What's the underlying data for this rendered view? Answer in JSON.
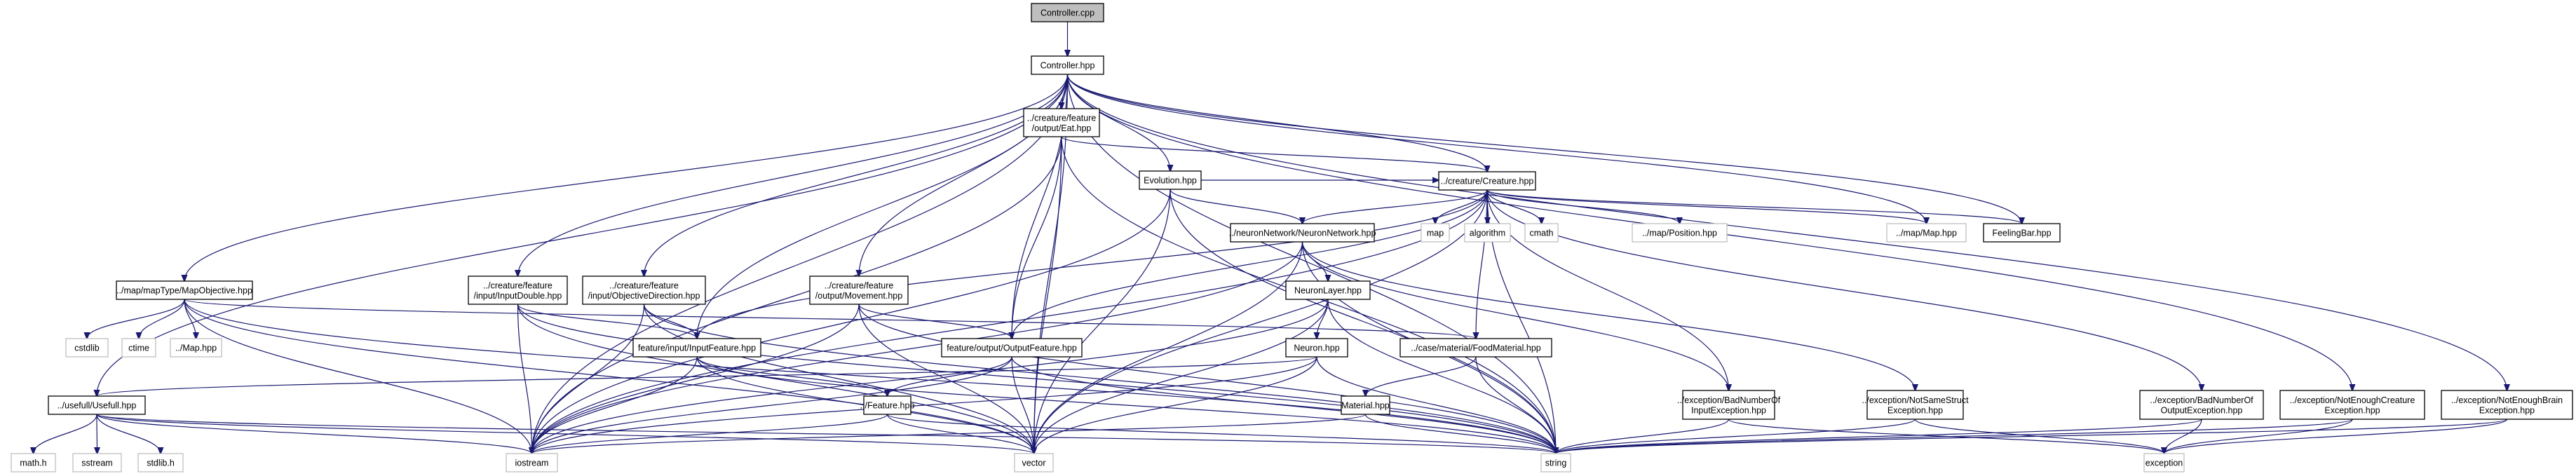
{
  "title": "Controller.cpp include dependency graph",
  "colors": {
    "edge": "#191970",
    "root_fill": "#bfbfbf",
    "node_border": "#000000",
    "external_border": "#bfbfbf"
  },
  "nodes": [
    {
      "id": "controller_cpp",
      "lines": [
        "Controller.cpp"
      ],
      "kind": "root"
    },
    {
      "id": "controller_hpp",
      "lines": [
        "Controller.hpp"
      ],
      "kind": "local"
    },
    {
      "id": "eat",
      "lines": [
        "../creature/feature",
        "/output/Eat.hpp"
      ],
      "kind": "local"
    },
    {
      "id": "evolution",
      "lines": [
        "Evolution.hpp"
      ],
      "kind": "local"
    },
    {
      "id": "creature",
      "lines": [
        "../creature/Creature.hpp"
      ],
      "kind": "local"
    },
    {
      "id": "neuronnetwork",
      "lines": [
        "../neuronNetwork/NeuronNetwork.hpp"
      ],
      "kind": "local"
    },
    {
      "id": "map_std",
      "lines": [
        "map"
      ],
      "kind": "external"
    },
    {
      "id": "algorithm",
      "lines": [
        "algorithm"
      ],
      "kind": "external"
    },
    {
      "id": "cmath",
      "lines": [
        "cmath"
      ],
      "kind": "external"
    },
    {
      "id": "position",
      "lines": [
        "../map/Position.hpp"
      ],
      "kind": "external"
    },
    {
      "id": "map_hpp",
      "lines": [
        "../map/Map.hpp"
      ],
      "kind": "external"
    },
    {
      "id": "feelingbar",
      "lines": [
        "FeelingBar.hpp"
      ],
      "kind": "local"
    },
    {
      "id": "mapobjective",
      "lines": [
        "../map/mapType/MapObjective.hpp"
      ],
      "kind": "local"
    },
    {
      "id": "cstdlib",
      "lines": [
        "cstdlib"
      ],
      "kind": "external"
    },
    {
      "id": "ctime",
      "lines": [
        "ctime"
      ],
      "kind": "external"
    },
    {
      "id": "map_rel",
      "lines": [
        "../Map.hpp"
      ],
      "kind": "external"
    },
    {
      "id": "inputdouble",
      "lines": [
        "../creature/feature",
        "/input/InputDouble.hpp"
      ],
      "kind": "local"
    },
    {
      "id": "objdir",
      "lines": [
        "../creature/feature",
        "/input/ObjectiveDirection.hpp"
      ],
      "kind": "local"
    },
    {
      "id": "movement",
      "lines": [
        "../creature/feature",
        "/output/Movement.hpp"
      ],
      "kind": "local"
    },
    {
      "id": "inputfeature",
      "lines": [
        "feature/input/InputFeature.hpp"
      ],
      "kind": "local"
    },
    {
      "id": "outputfeature",
      "lines": [
        "feature/output/OutputFeature.hpp"
      ],
      "kind": "local"
    },
    {
      "id": "neuronlayer",
      "lines": [
        "NeuronLayer.hpp"
      ],
      "kind": "local"
    },
    {
      "id": "neuron",
      "lines": [
        "Neuron.hpp"
      ],
      "kind": "local"
    },
    {
      "id": "foodmaterial",
      "lines": [
        "../case/material/FoodMaterial.hpp"
      ],
      "kind": "local"
    },
    {
      "id": "usefull",
      "lines": [
        "../usefull/Usefull.hpp"
      ],
      "kind": "local"
    },
    {
      "id": "feature",
      "lines": [
        "../Feature.hpp"
      ],
      "kind": "local"
    },
    {
      "id": "material",
      "lines": [
        "Material.hpp"
      ],
      "kind": "local"
    },
    {
      "id": "badin",
      "lines": [
        "../exception/BadNumberOf",
        "InputException.hpp"
      ],
      "kind": "local"
    },
    {
      "id": "notsame",
      "lines": [
        "../exception/NotSameStruct",
        "Exception.hpp"
      ],
      "kind": "local"
    },
    {
      "id": "badout",
      "lines": [
        "../exception/BadNumberOf",
        "OutputException.hpp"
      ],
      "kind": "local"
    },
    {
      "id": "notcreature",
      "lines": [
        "../exception/NotEnoughCreature",
        "Exception.hpp"
      ],
      "kind": "local"
    },
    {
      "id": "notbrain",
      "lines": [
        "../exception/NotEnoughBrain",
        "Exception.hpp"
      ],
      "kind": "local"
    },
    {
      "id": "math_h",
      "lines": [
        "math.h"
      ],
      "kind": "external"
    },
    {
      "id": "sstream",
      "lines": [
        "sstream"
      ],
      "kind": "external"
    },
    {
      "id": "stdlib_h",
      "lines": [
        "stdlib.h"
      ],
      "kind": "external"
    },
    {
      "id": "iostream",
      "lines": [
        "iostream"
      ],
      "kind": "external"
    },
    {
      "id": "vector",
      "lines": [
        "vector"
      ],
      "kind": "external"
    },
    {
      "id": "string",
      "lines": [
        "string"
      ],
      "kind": "external"
    },
    {
      "id": "exception",
      "lines": [
        "exception"
      ],
      "kind": "external"
    }
  ],
  "edges": [
    [
      "controller_cpp",
      "controller_hpp"
    ],
    [
      "controller_hpp",
      "eat"
    ],
    [
      "controller_hpp",
      "evolution"
    ],
    [
      "controller_hpp",
      "creature"
    ],
    [
      "controller_hpp",
      "map_hpp"
    ],
    [
      "controller_hpp",
      "feelingbar"
    ],
    [
      "controller_hpp",
      "mapobjective"
    ],
    [
      "controller_hpp",
      "usefull"
    ],
    [
      "controller_hpp",
      "inputdouble"
    ],
    [
      "controller_hpp",
      "objdir"
    ],
    [
      "controller_hpp",
      "movement"
    ],
    [
      "controller_hpp",
      "inputfeature"
    ],
    [
      "controller_hpp",
      "outputfeature"
    ],
    [
      "controller_hpp",
      "iostream"
    ],
    [
      "controller_hpp",
      "vector"
    ],
    [
      "controller_hpp",
      "string"
    ],
    [
      "controller_hpp",
      "notcreature"
    ],
    [
      "controller_hpp",
      "notbrain"
    ],
    [
      "eat",
      "creature"
    ],
    [
      "eat",
      "outputfeature"
    ],
    [
      "eat",
      "iostream"
    ],
    [
      "eat",
      "vector"
    ],
    [
      "eat",
      "string"
    ],
    [
      "evolution",
      "neuronnetwork"
    ],
    [
      "evolution",
      "creature"
    ],
    [
      "evolution",
      "iostream"
    ],
    [
      "evolution",
      "vector"
    ],
    [
      "evolution",
      "string"
    ],
    [
      "creature",
      "neuronnetwork"
    ],
    [
      "creature",
      "map_std"
    ],
    [
      "creature",
      "algorithm"
    ],
    [
      "creature",
      "cmath"
    ],
    [
      "creature",
      "position"
    ],
    [
      "creature",
      "map_hpp"
    ],
    [
      "creature",
      "feelingbar"
    ],
    [
      "creature",
      "inputfeature"
    ],
    [
      "creature",
      "outputfeature"
    ],
    [
      "creature",
      "foodmaterial"
    ],
    [
      "creature",
      "badin"
    ],
    [
      "creature",
      "badout"
    ],
    [
      "creature",
      "iostream"
    ],
    [
      "creature",
      "vector"
    ],
    [
      "creature",
      "string"
    ],
    [
      "neuronnetwork",
      "neuronlayer"
    ],
    [
      "neuronnetwork",
      "badin"
    ],
    [
      "neuronnetwork",
      "notsame"
    ],
    [
      "neuronnetwork",
      "iostream"
    ],
    [
      "neuronnetwork",
      "vector"
    ],
    [
      "neuronnetwork",
      "string"
    ],
    [
      "neuronlayer",
      "neuron"
    ],
    [
      "neuronlayer",
      "iostream"
    ],
    [
      "neuronlayer",
      "vector"
    ],
    [
      "neuronlayer",
      "string"
    ],
    [
      "neuron",
      "usefull"
    ],
    [
      "neuron",
      "iostream"
    ],
    [
      "neuron",
      "vector"
    ],
    [
      "neuron",
      "string"
    ],
    [
      "mapobjective",
      "cstdlib"
    ],
    [
      "mapobjective",
      "ctime"
    ],
    [
      "mapobjective",
      "map_rel"
    ],
    [
      "mapobjective",
      "foodmaterial"
    ],
    [
      "mapobjective",
      "iostream"
    ],
    [
      "mapobjective",
      "vector"
    ],
    [
      "mapobjective",
      "string"
    ],
    [
      "inputdouble",
      "inputfeature"
    ],
    [
      "inputdouble",
      "iostream"
    ],
    [
      "inputdouble",
      "vector"
    ],
    [
      "inputdouble",
      "string"
    ],
    [
      "objdir",
      "inputfeature"
    ],
    [
      "objdir",
      "iostream"
    ],
    [
      "objdir",
      "vector"
    ],
    [
      "objdir",
      "string"
    ],
    [
      "movement",
      "outputfeature"
    ],
    [
      "movement",
      "iostream"
    ],
    [
      "movement",
      "vector"
    ],
    [
      "movement",
      "string"
    ],
    [
      "inputfeature",
      "feature"
    ],
    [
      "inputfeature",
      "iostream"
    ],
    [
      "inputfeature",
      "vector"
    ],
    [
      "inputfeature",
      "string"
    ],
    [
      "outputfeature",
      "feature"
    ],
    [
      "outputfeature",
      "vector"
    ],
    [
      "outputfeature",
      "string"
    ],
    [
      "outputfeature",
      "iostream"
    ],
    [
      "feature",
      "iostream"
    ],
    [
      "feature",
      "vector"
    ],
    [
      "feature",
      "string"
    ],
    [
      "foodmaterial",
      "material"
    ],
    [
      "foodmaterial",
      "string"
    ],
    [
      "material",
      "iostream"
    ],
    [
      "material",
      "string"
    ],
    [
      "usefull",
      "math_h"
    ],
    [
      "usefull",
      "sstream"
    ],
    [
      "usefull",
      "stdlib_h"
    ],
    [
      "usefull",
      "iostream"
    ],
    [
      "usefull",
      "vector"
    ],
    [
      "usefull",
      "string"
    ],
    [
      "badin",
      "string"
    ],
    [
      "badin",
      "exception"
    ],
    [
      "notsame",
      "string"
    ],
    [
      "notsame",
      "exception"
    ],
    [
      "badout",
      "string"
    ],
    [
      "badout",
      "exception"
    ],
    [
      "notcreature",
      "string"
    ],
    [
      "notcreature",
      "exception"
    ],
    [
      "notbrain",
      "string"
    ],
    [
      "notbrain",
      "exception"
    ]
  ]
}
